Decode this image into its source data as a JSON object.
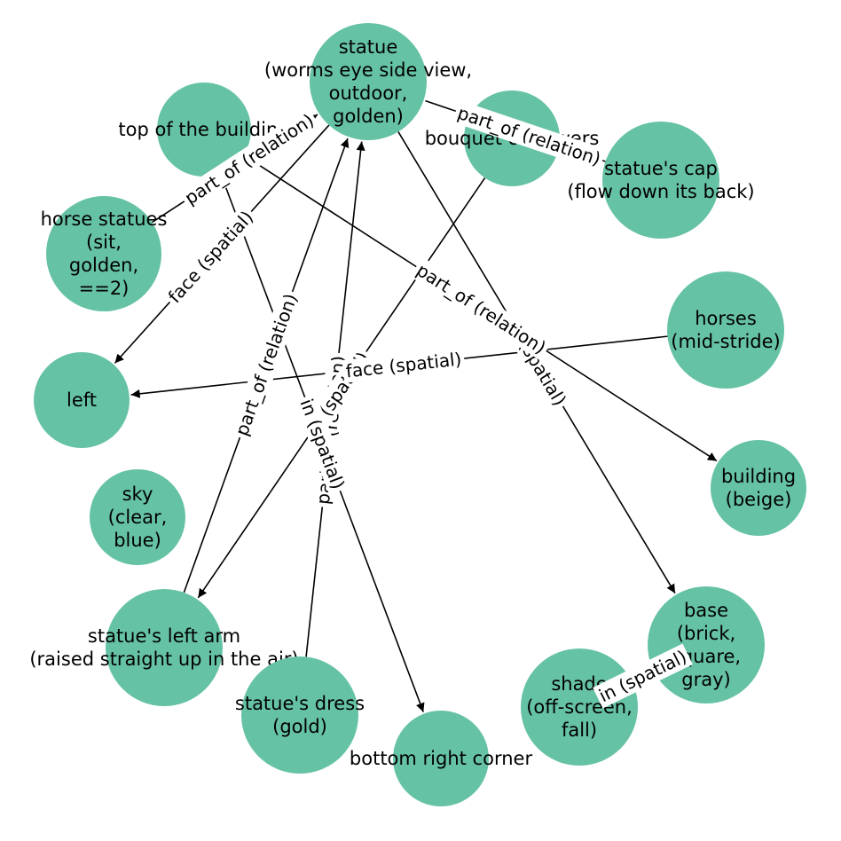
{
  "colors": {
    "node_fill": "#66c2a5",
    "edge": "#000000",
    "label_bg": "#ffffff"
  },
  "nodes": [
    {
      "id": "statue",
      "lines": [
        "statue",
        "(worms eye side view,",
        "outdoor,",
        "golden)"
      ]
    },
    {
      "id": "top",
      "lines": [
        "top of the building"
      ]
    },
    {
      "id": "bouquet",
      "lines": [
        "bouquet of flowers"
      ]
    },
    {
      "id": "cap",
      "lines": [
        "statue's cap",
        "(flow down its back)"
      ]
    },
    {
      "id": "horse_statues",
      "lines": [
        "horse statues",
        "(sit,",
        "golden,",
        "==2)"
      ]
    },
    {
      "id": "horses",
      "lines": [
        "horses",
        "(mid-stride)"
      ]
    },
    {
      "id": "left",
      "lines": [
        "left"
      ]
    },
    {
      "id": "building",
      "lines": [
        "building",
        "(beige)"
      ]
    },
    {
      "id": "sky",
      "lines": [
        "sky",
        "(clear,",
        "blue)"
      ]
    },
    {
      "id": "base",
      "lines": [
        "base",
        "(brick,",
        "square,",
        "gray)"
      ]
    },
    {
      "id": "left_arm",
      "lines": [
        "statue's left arm",
        "(raised straight up in the air)"
      ]
    },
    {
      "id": "shade",
      "lines": [
        "shade",
        "(off-screen,",
        "fall)"
      ]
    },
    {
      "id": "dress",
      "lines": [
        "statue's dress",
        "(gold)"
      ]
    },
    {
      "id": "corner",
      "lines": [
        "bottom right corner"
      ]
    }
  ],
  "edges": [
    {
      "from": "statue",
      "to": "left",
      "label": "face (spatial)",
      "arrow": true
    },
    {
      "from": "statue",
      "to": "base",
      "label": "in (spatial)",
      "arrow": true
    },
    {
      "from": "left_arm",
      "to": "statue",
      "label": "part_of (relation)",
      "arrow": true
    },
    {
      "from": "dress",
      "to": "statue",
      "label": "part_of (relation)",
      "arrow": true
    },
    {
      "from": "bouquet",
      "to": "left_arm",
      "label": "in (spatial)",
      "arrow": true
    },
    {
      "from": "top",
      "to": "building",
      "label": "part_of (relation)",
      "arrow": true
    },
    {
      "from": "top",
      "to": "corner",
      "label": "in (spatial)",
      "arrow": true
    },
    {
      "from": "horse_statues",
      "to": "statue",
      "label": "part_of (relation)",
      "arrow": true
    },
    {
      "from": "cap",
      "to": "statue",
      "label": "part_of (relation)",
      "arrow": false
    },
    {
      "from": "horses",
      "to": "left",
      "label": "face (spatial)",
      "arrow": true
    },
    {
      "from": "shade",
      "to": "base",
      "label": "in (spatial)",
      "arrow": false
    }
  ]
}
